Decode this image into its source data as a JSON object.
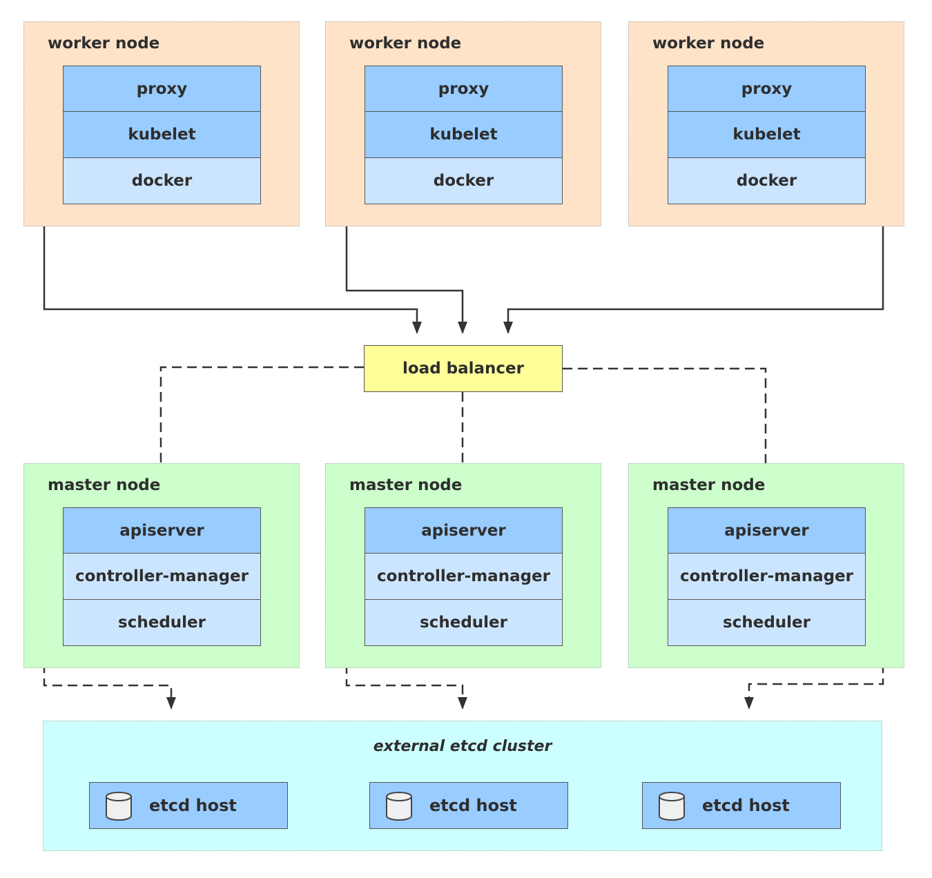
{
  "worker_nodes": [
    {
      "title": "worker node",
      "components": [
        "proxy",
        "kubelet",
        "docker"
      ]
    },
    {
      "title": "worker node",
      "components": [
        "proxy",
        "kubelet",
        "docker"
      ]
    },
    {
      "title": "worker node",
      "components": [
        "proxy",
        "kubelet",
        "docker"
      ]
    }
  ],
  "load_balancer": {
    "label": "load balancer"
  },
  "master_nodes": [
    {
      "title": "master node",
      "components": [
        "apiserver",
        "controller-manager",
        "scheduler"
      ]
    },
    {
      "title": "master node",
      "components": [
        "apiserver",
        "controller-manager",
        "scheduler"
      ]
    },
    {
      "title": "master node",
      "components": [
        "apiserver",
        "controller-manager",
        "scheduler"
      ]
    }
  ],
  "etcd_cluster": {
    "title": "external etcd cluster",
    "hosts": [
      {
        "label": "etcd host",
        "icon": "database-icon"
      },
      {
        "label": "etcd host",
        "icon": "database-icon"
      },
      {
        "label": "etcd host",
        "icon": "database-icon"
      }
    ]
  },
  "colors": {
    "worker_bg": "#ffe3c9",
    "master_bg": "#ccffcc",
    "etcd_bg": "#ccffff",
    "component_dark": "#99ccff",
    "component_light": "#cce5ff",
    "load_balancer": "#ffff99"
  }
}
